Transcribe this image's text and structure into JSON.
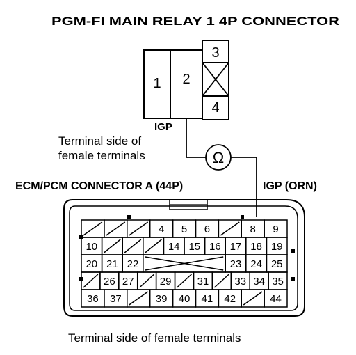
{
  "relay": {
    "title": "PGM-FI MAIN RELAY 1 4P CONNECTOR",
    "pins": [
      "1",
      "2",
      "3",
      "4"
    ],
    "wire_label": "IGP",
    "terminal_note_line1": "Terminal side of",
    "terminal_note_line2": "female terminals"
  },
  "meter": {
    "symbol": "Ω"
  },
  "ecm": {
    "title": "ECM/PCM CONNECTOR A (44P)",
    "wire_label": "IGP (ORN)",
    "footer": "Terminal side of female terminals",
    "rows": [
      [
        "/",
        "/",
        "/",
        "4",
        "5",
        "6",
        "/",
        "8",
        "9"
      ],
      [
        "10",
        "/",
        "/",
        "/",
        "14",
        "15",
        "16",
        "17",
        "18",
        "19"
      ],
      [
        "20",
        "21",
        "22",
        "X",
        "23",
        "24",
        "25"
      ],
      [
        "/",
        "26",
        "27",
        "/",
        "29",
        "/",
        "31",
        "/",
        "33",
        "34",
        "35"
      ],
      [
        "36",
        "37",
        "/",
        "39",
        "40",
        "41",
        "42",
        "/",
        "44"
      ]
    ]
  }
}
